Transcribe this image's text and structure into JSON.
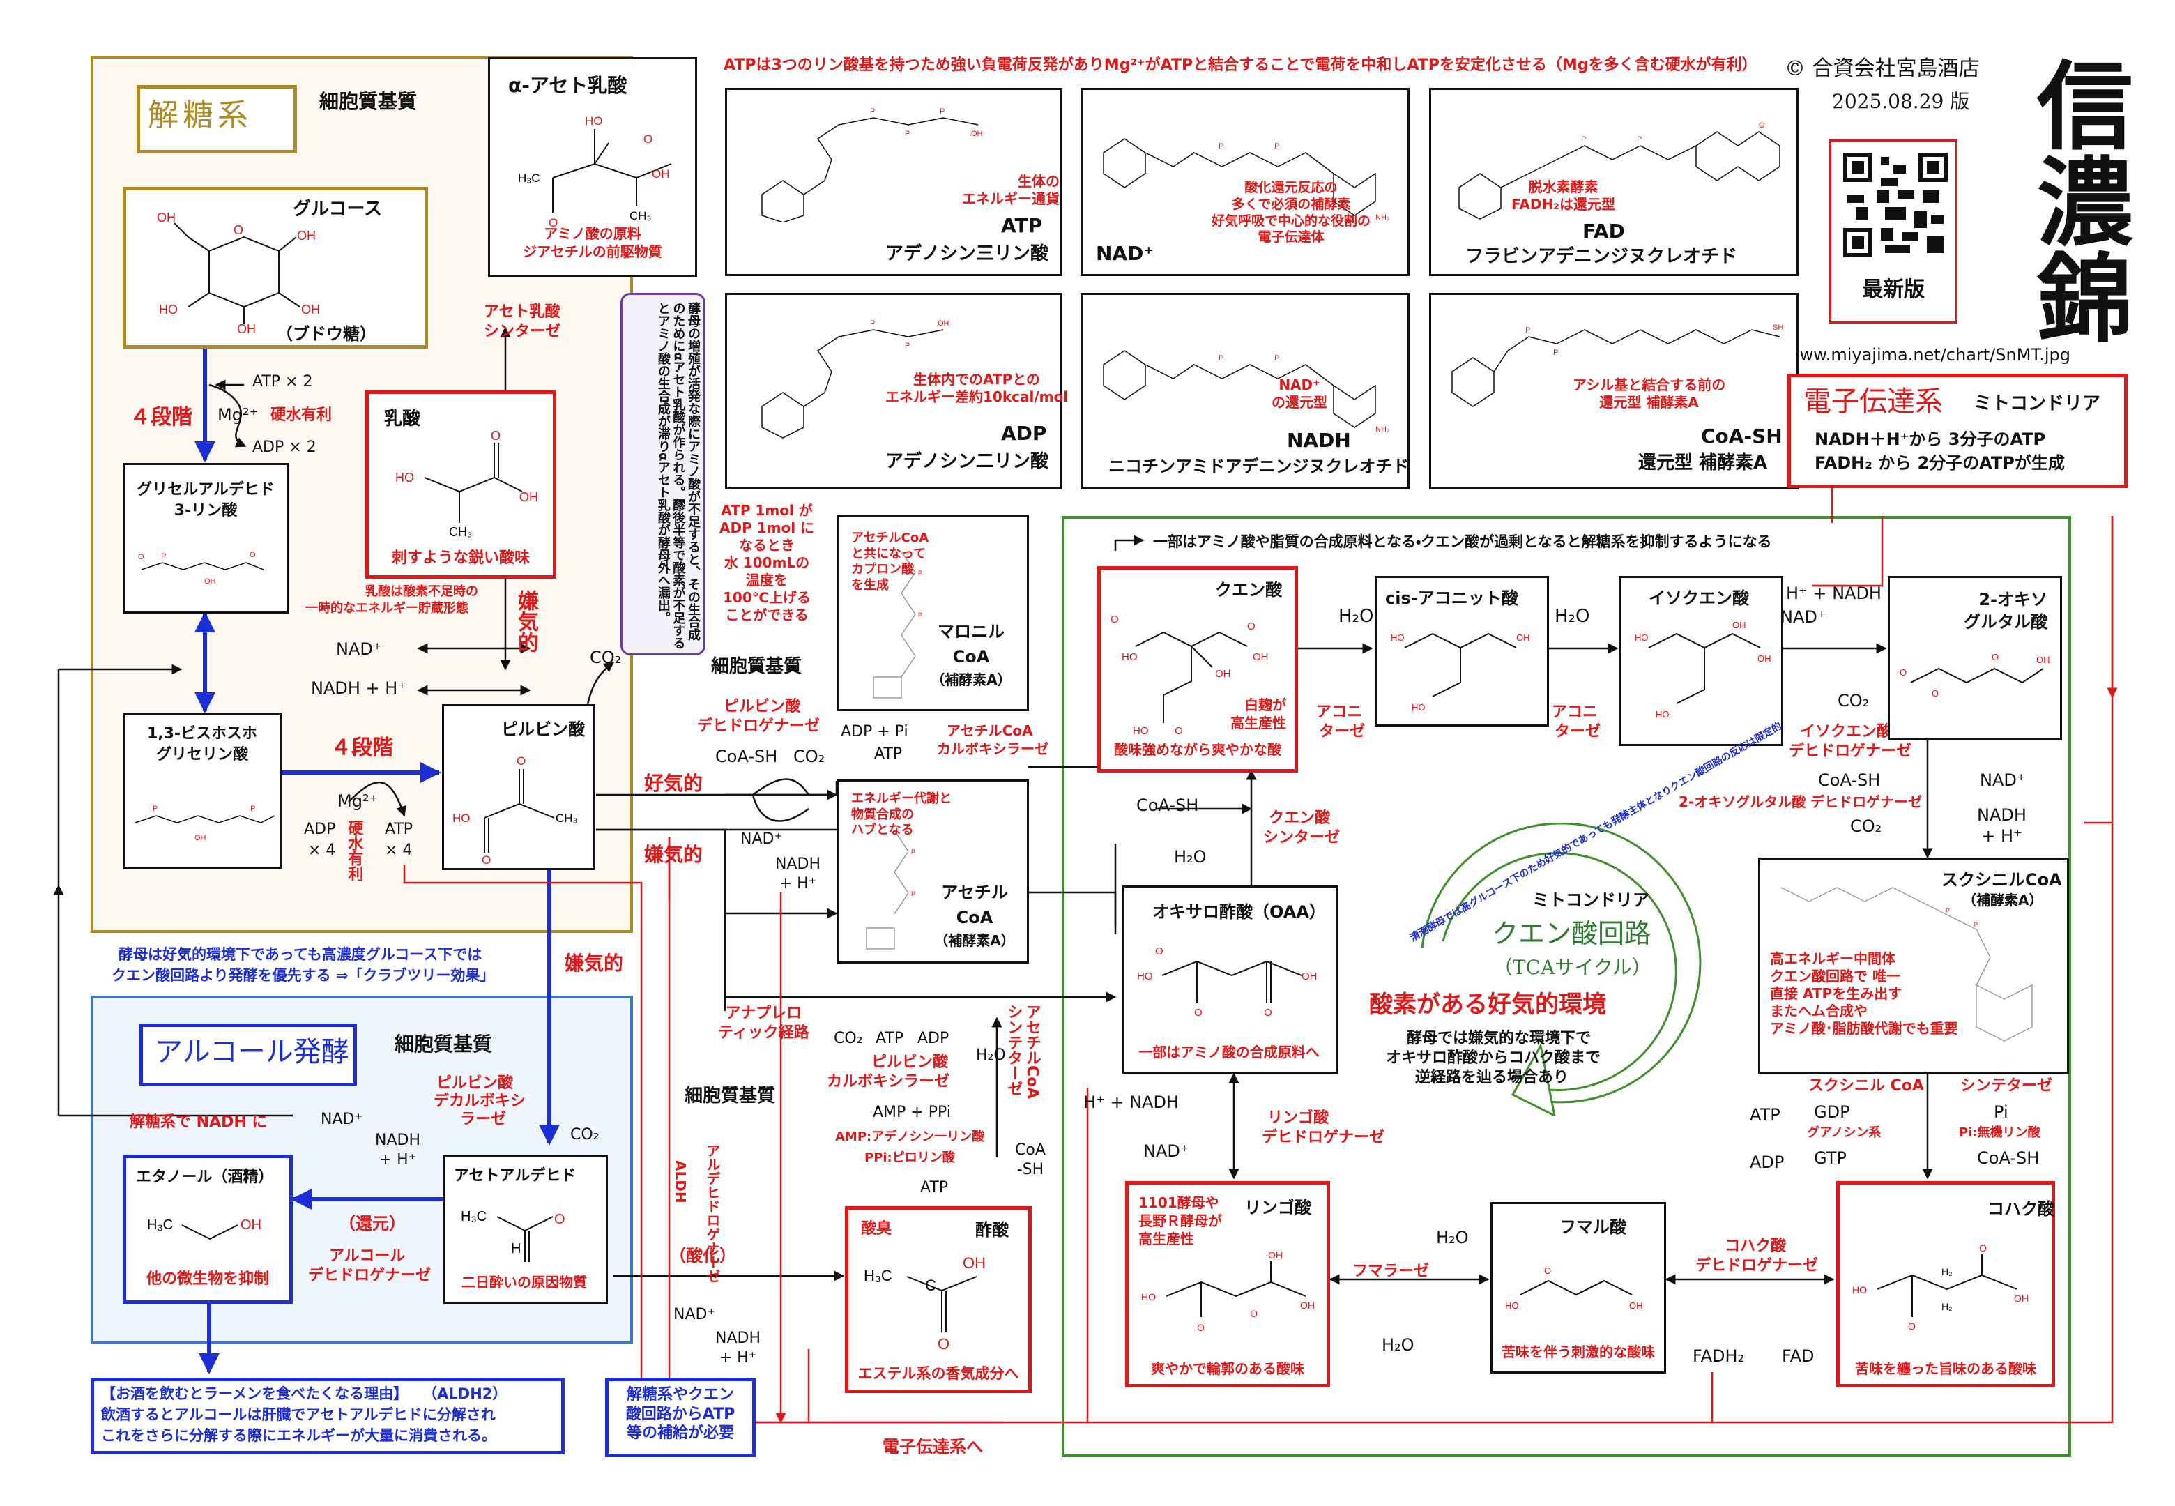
{
  "header": {
    "note": "ATPは3つのリン酸基を持つため強い負電荷反発がありMg²⁺がATPと結合することで電荷を中和しATPを安定化させる（Mgを多く含む硬水が有利）",
    "copyright": "© 合資会社宮島酒店",
    "version": "2025.08.29 版",
    "brand": "信濃錦",
    "latest": "最新版",
    "url": "www.miyajima.net/chart/SnMT.jpg"
  },
  "glycolysis": {
    "title": "解糖系",
    "location": "細胞質基質",
    "glucose": "グルコース",
    "glucose_sub": "（ブドウ糖）",
    "steps4": "４段階",
    "atp2": "ATP × 2",
    "mg": "Mg²⁺",
    "hard": "硬水有利",
    "adp2": "ADP × 2",
    "g3p_1": "グリセルアルデヒド",
    "g3p_2": "3-リン酸",
    "nad": "NAD⁺",
    "nadh": "NADH + H⁺",
    "bpg_1": "1,3-ビスホスホ",
    "bpg_2": "グリセリン酸",
    "steps4b": "４段階",
    "mg2": "Mg²⁺",
    "adp4a": "ADP",
    "adp4b": "× 4",
    "atp4a": "ATP",
    "atp4b": "× 4",
    "hard_v": "硬水有利",
    "lactic": "乳酸",
    "lactic_note": "刺すような鋭い酸味",
    "lactic_reserve1": "乳酸は酸素不足時の",
    "lactic_reserve2": "一時的なエネルギー貯蔵形態",
    "anaerobic_v": "嫌気的",
    "co2": "CO₂",
    "pyruvate": "ピルビン酸"
  },
  "acetolactate": {
    "title": "α-アセト乳酸",
    "note1": "アミノ酸の原料",
    "note2": "ジアセチルの前駆物質",
    "synthase1": "アセト乳酸",
    "synthase2": "シンターゼ",
    "yeast_note": "酵母の増殖が活発な際にアミノ酸が不足すると、その生合成のためにαアセト乳酸が作られる。醪後半等で酸素が不足するとアミノ酸の生合成が滞りαアセト乳酸が酵母外へ漏出。"
  },
  "cofactors": [
    {
      "name": "ATP",
      "full": "アデノシン三リン酸",
      "note": "生体の\nエネルギー通貨"
    },
    {
      "name": "NAD⁺",
      "full": "",
      "note": "酸化還元反応の\n多くで必須の補酵素\n好気呼吸で中心的な役割の\n電子伝達体"
    },
    {
      "name": "FAD",
      "full": "フラビンアデニンジヌクレオチド",
      "note": "脱水素酵素\nFADH₂は還元型"
    },
    {
      "name": "ADP",
      "full": "アデノシン二リン酸",
      "note": "生体内でのATPとの\nエネルギー差約10kcal/mol"
    },
    {
      "name": "NADH",
      "full": "ニコチンアミドアデニンジヌクレオチド",
      "note": "NAD⁺\nの還元型"
    },
    {
      "name": "CoA-SH",
      "full": "還元型 補酵素A",
      "note": "アシル基と結合する前の\n還元型 補酵素A"
    }
  ],
  "etc": {
    "title": "電子伝達系",
    "sub": "ミトコンドリア",
    "line1": "NADH＋H⁺から 3分子のATP",
    "line2": "FADH₂ から  2分子のATPが生成",
    "to": "電子伝達系へ"
  },
  "middle": {
    "atp_note": "ATP 1mol が\nADP 1mol に\nなるとき\n水 100mLの\n温度を\n100℃上げる\nことができる",
    "location": "細胞質基質",
    "malonyl": "マロニル",
    "coa": "CoA",
    "coenzA": "（補酵素A）",
    "malonyl_note": "アセチルCoA\nと共になって\nカプロン酸\nを生成",
    "pdh1": "ピルビン酸",
    "pdh2": "デヒドロゲナーゼ",
    "adp_pi": "ADP + Pi",
    "atp": "ATP",
    "acc1": "アセチルCoA",
    "acc2": "カルボキシラーゼ",
    "coash": "CoA-SH",
    "co2": "CO₂",
    "aerobic": "好気的",
    "anaerobic": "嫌気的",
    "nad": "NAD⁺",
    "nadh": "NADH\n+ H⁺",
    "acetyl_note": "エネルギー代謝と\n物質合成の\nハブとなる",
    "acetyl": "アセチル",
    "anaplerotic": "アナプレロ\nティック経路",
    "pc_co2": "CO₂",
    "pc_atp": "ATP",
    "pc_adp": "ADP",
    "pc1": "ピルビン酸",
    "pc2": "カルボキシラーゼ",
    "location2": "細胞質基質",
    "amp": "AMP + PPi",
    "amp_note1": "AMP:アデノシン一リン酸",
    "amp_note2": "PPi:ピロリン酸",
    "atp2": "ATP",
    "h2o": "H₂O",
    "acs": "アセチルCoA\nシンテターゼ",
    "coash2": "CoA\n-SH"
  },
  "ferment": {
    "crabtree1": "酵母は好気的環境下であっても高濃度グルコース下では",
    "crabtree2": "クエン酸回路より発酵を優先する ⇒「クラブツリー効果」",
    "anaerobic": "嫌気的",
    "title": "アルコール発酵",
    "location": "細胞質基質",
    "pdc1": "ピルビン酸",
    "pdc2": "デカルボキシ",
    "pdc3": "ラーゼ",
    "to_nadh": "解糖系で NADH に",
    "nad": "NAD⁺",
    "nadh": "NADH\n+ H⁺",
    "co2": "CO₂",
    "ethanol": "エタノール（酒精）",
    "ethanol_note": "他の微生物を抑制",
    "acetaldehyde": "アセトアルデヒド",
    "acetaldehyde_note": "二日酔いの原因物質",
    "reduce": "（還元）",
    "adh1": "アルコール",
    "adh2": "デヒドロゲナーゼ",
    "aldh_v1": "ALDH",
    "aldh_v2": "アルデヒドロゲナーゼ",
    "oxid": "（酸化）",
    "nad2": "NAD⁺",
    "nadh2": "NADH\n+ H⁺",
    "ramen": "【お酒を飲むとラーメンを食べたくなる理由】　　（ALDH2）\n飲酒するとアルコールは肝臓でアセトアルデヒドに分解され\nこれをさらに分解する際にエネルギーが大量に消費される。",
    "supply": "解糖系やクエン\n酸回路からATP\n等の補給が必要"
  },
  "acetic": {
    "title": "酢酸",
    "odor": "酸臭",
    "note": "エステル系の香気成分へ"
  },
  "tca": {
    "top_note": "一部はアミノ酸や脂質の合成原料となる・クエン酸が過剰となると解糖系を抑制するようになる",
    "citrate": "クエン酸",
    "citrate_note1": "白麹が",
    "citrate_note2": "高生産性",
    "citrate_note3": "酸味強めながら爽やかな酸",
    "h2o": "H₂O",
    "aconitase1": "アコニ",
    "aconitase2": "ターゼ",
    "cisaconitate": "cis-アコニット酸",
    "isocitrate": "イソクエン酸",
    "h_nadh": "H⁺ + NADH",
    "nad": "NAD⁺",
    "okg1": "2-オキソ",
    "okg2": "グルタル酸",
    "co2": "CO₂",
    "idh1": "イソクエン酸",
    "idh2": "デヒドロゲナーゼ",
    "coash": "CoA-SH",
    "cs1": "クエン酸",
    "cs2": "シンターゼ",
    "ogdh": "2-オキソグルタル酸 デヒドロゲナーゼ",
    "nad2": "NAD⁺",
    "nadh2": "NADH\n+ H⁺",
    "co2b": "CO₂",
    "coash2": "CoA-SH",
    "arc_text": "清酒酵母では高グルコース下のため好気的であっても発酵主体となりクエン酸回路の反応は限定的",
    "mito": "ミトコンドリア",
    "tca_title": "クエン酸回路",
    "tca_sub": "（TCAサイクル）",
    "aerobic": "酸素がある好気的環境",
    "y1": "酵母では嫌気的な環境下で",
    "y2": "オキサロ酢酸からコハク酸まで",
    "y3": "逆経路を辿る場合あり",
    "oaa": "オキサロ酢酸（OAA）",
    "oaa_note": "一部はアミノ酸の合成原料へ",
    "succcoa": "スクシニルCoA",
    "succcoa_sub": "（補酵素A）",
    "succcoa_note": "高エネルギー中間体\nクエン酸回路で 唯一\n直接 ATPを生み出す\nまたヘム合成や\nアミノ酸･脂肪酸代謝でも重要",
    "scs1": "スクシニル CoA",
    "scs2": "シンテターゼ",
    "gdp": "GDP",
    "gtp": "GTP",
    "ndk": "グアノシン系",
    "pi": "Pi",
    "pi_note": "Pi:無機リン酸",
    "coash3": "CoA-SH",
    "atp": "ATP",
    "adp": "ADP",
    "h_nadh2": "H⁺ + NADH",
    "nad3": "NAD⁺",
    "mdh1": "リンゴ酸",
    "mdh2": "デヒドロゲナーゼ",
    "malate": "リンゴ酸",
    "malate_note1": "1101酵母や",
    "malate_note2": "長野Ｒ酵母が",
    "malate_note3": "高生産性",
    "malate_note4": "爽やかで輪郭のある酸味",
    "fumarase": "フマラーゼ",
    "h2o2": "H₂O",
    "h2o3": "H₂O",
    "fumarate": "フマル酸",
    "fumarate_note": "苦味を伴う刺激的な酸味",
    "sdh1": "コハク酸",
    "sdh2": "デヒドロゲナーゼ",
    "fadh2": "FADH₂",
    "fad": "FAD",
    "succinate": "コハク酸",
    "succinate_note": "苦味を纏った旨味のある酸味"
  },
  "colors": {
    "red": "#e01818",
    "blue": "#1c2fd6",
    "gold": "#b08a24",
    "green": "#3f8f2a"
  }
}
